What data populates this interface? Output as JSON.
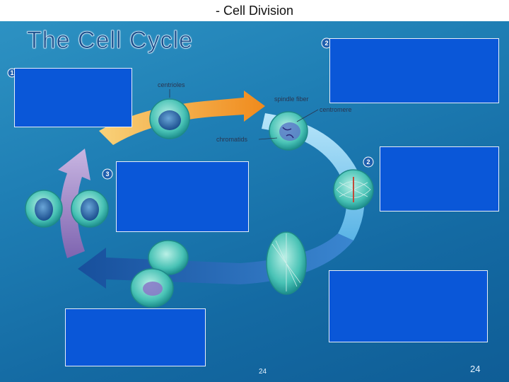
{
  "header": {
    "text": "- Cell Division"
  },
  "title": "The Cell Cycle",
  "labels": {
    "centrioles": "centrioles",
    "spindle_fiber": "spindle fiber",
    "centromere": "centromere",
    "chromatids": "chromatids"
  },
  "badges": {
    "b1": "1",
    "b2": "2",
    "b2b": "2",
    "b3": "3"
  },
  "page_numbers": {
    "center": "24",
    "corner": "24"
  },
  "colors": {
    "background": "#1f7fb5",
    "cover_box": "#0a57d8",
    "arrow_orange": "#f39a2c",
    "arrow_light_blue": "#8fd3f5",
    "arrow_dark_blue": "#1f5fae",
    "arrow_purple": "#9a7bbf",
    "cell_teal": "#36b7b0"
  }
}
